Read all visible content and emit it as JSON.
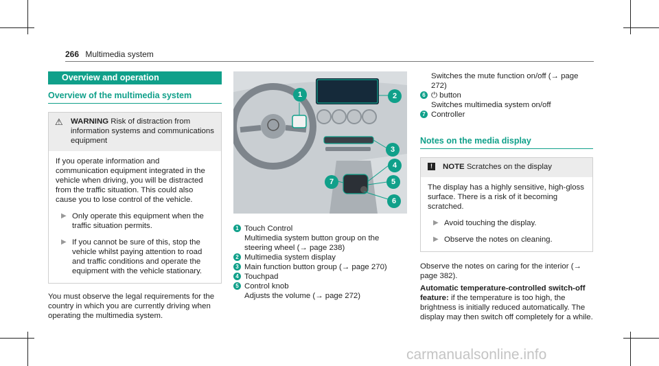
{
  "header": {
    "page_number": "266",
    "section": "Multimedia system"
  },
  "left": {
    "bar_title": "Overview and operation",
    "subheading": "Overview of the multimedia system",
    "warning": {
      "label": "WARNING",
      "title_rest": " Risk of distraction from information systems and communications equipment",
      "body": "If you operate information and communication equipment integrated in the vehicle when driving, you will be distracted from the traffic situation. This could also cause you to lose control of the vehicle.",
      "steps": [
        "Only operate this equipment when the traffic situation permits.",
        "If you cannot be sure of this, stop the vehicle whilst paying attention to road and traffic conditions and operate the equipment with the vehicle stationary."
      ]
    },
    "paragraph": "You must observe the legal requirements for the country in which you are currently driving when operating the multimedia system."
  },
  "middle": {
    "items": [
      {
        "n": "1",
        "title": "Touch Control",
        "desc": "Multimedia system button group on the steering wheel (→ page 238)"
      },
      {
        "n": "2",
        "title": "Multimedia system display",
        "desc": ""
      },
      {
        "n": "3",
        "title": "Main function button group (→ page 270)",
        "desc": ""
      },
      {
        "n": "4",
        "title": "Touchpad",
        "desc": ""
      },
      {
        "n": "5",
        "title": "Control knob",
        "desc": "Adjusts the volume (→ page 272)"
      }
    ]
  },
  "figure": {
    "callouts": [
      "1",
      "2",
      "3",
      "4",
      "5",
      "6",
      "7"
    ],
    "colors": {
      "accent": "#10a08a",
      "screen": "#152a3a",
      "panel": "#d9dde0"
    }
  },
  "right": {
    "cont_text": "Switches the mute function on/off (→ page 272)",
    "item6": {
      "n": "6",
      "icon": "power-icon",
      "label": " button",
      "desc": "Switches multimedia system on/off"
    },
    "item7": {
      "n": "7",
      "label": "Controller"
    },
    "subheading": "Notes on the media display",
    "note": {
      "label": "NOTE",
      "title_rest": " Scratches on the display",
      "body": "The display has a highly sensitive, high-gloss surface. There is a risk of it becoming scratched.",
      "steps": [
        "Avoid touching the display.",
        "Observe the notes on cleaning."
      ]
    },
    "para1": "Observe the notes on caring for the interior (→ page 382).",
    "para2_bold": "Automatic temperature-controlled switch-off feature:",
    "para2_rest": " if the temperature is too high, the brightness is initially reduced automatically. The display may then switch off completely for a while."
  },
  "watermark": "carmanualsonline.info"
}
